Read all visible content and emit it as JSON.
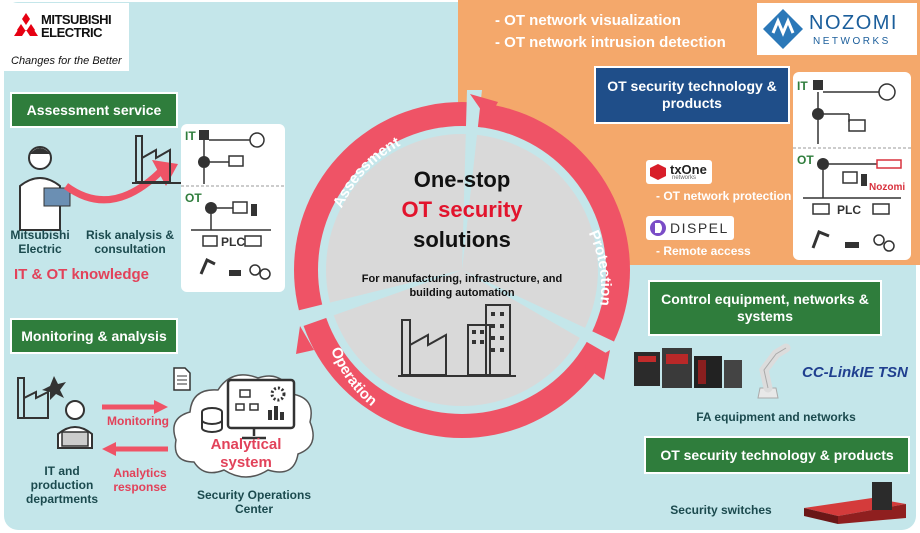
{
  "brand": {
    "mitsubishi_name": "MITSUBISHI ELECTRIC",
    "mitsubishi_tagline": "Changes for the Better",
    "nozomi_name": "NOZOMI",
    "nozomi_sub": "NETWORKS",
    "txone_name": "txOne",
    "txone_sub": "networks",
    "dispel_name": "DISPEL",
    "cclink_name": "CC-LinkIE TSN"
  },
  "center": {
    "line1": "One-stop",
    "line2": "OT security",
    "line3": "solutions",
    "subtitle": "For manufacturing, infrastructure, and building automation"
  },
  "ring": {
    "assessment": "Assessment",
    "protection": "Protection",
    "operation": "Operation"
  },
  "top_bullets": [
    "-  OT network visualization",
    "-  OT network intrusion detection"
  ],
  "assessment": {
    "header": "Assessment service",
    "person_label": "Mitsubishi Electric",
    "arrow_label": "Risk analysis & consultation",
    "knowledge": "IT & OT knowledge"
  },
  "monitoring": {
    "header": "Monitoring & analysis",
    "dept_label": "IT and production departments",
    "arrow_monitoring": "Monitoring",
    "arrow_analytics": "Analytics response",
    "cloud_label": "Analytical system",
    "soc_label": "Security Operations Center"
  },
  "protection": {
    "tech_header": "OT security technology & products",
    "txone_label": "-  OT network protection",
    "dispel_label": "-  Remote access",
    "control_header": "Control equipment, networks & systems",
    "fa_label": "FA equipment and networks",
    "tech_header_2": "OT security technology & products",
    "switch_label": "Security switches"
  },
  "network": {
    "it": "IT",
    "ot": "OT",
    "plc": "PLC",
    "nozomi_tag": "Nozomi"
  },
  "colors": {
    "ring_red": "#ef5366",
    "header_green": "#2f7d3c",
    "header_blue": "#1f4e89",
    "background_teal": "#c4e6ea",
    "orange_panel": "#f4a86b"
  }
}
